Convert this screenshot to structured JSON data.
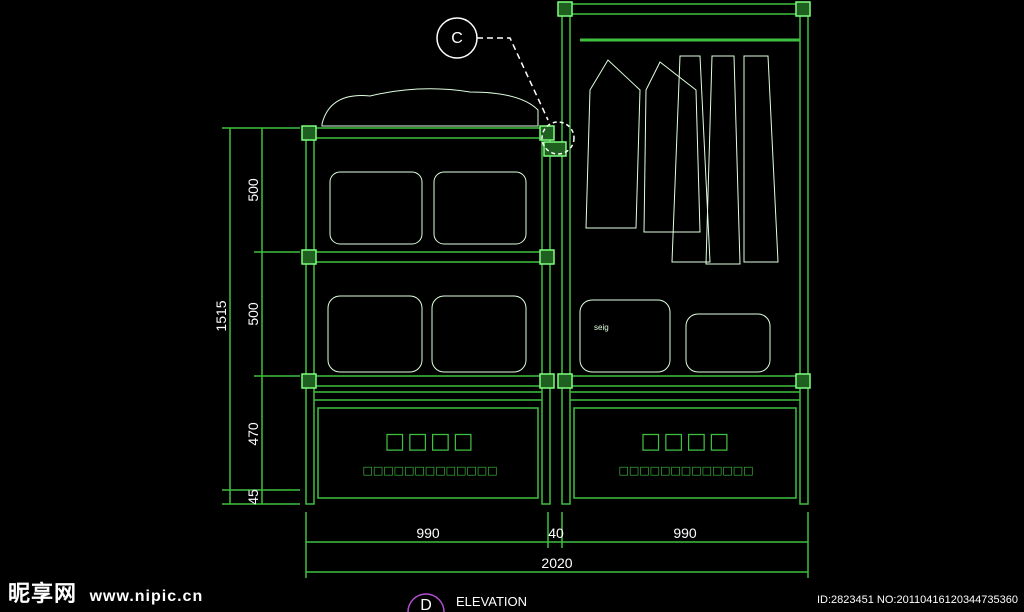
{
  "drawing": {
    "callout_c": "C",
    "callout_d": "D",
    "view_title": "ELEVATION",
    "dimensions": {
      "vertical_total": "1515",
      "shelf_1": "500",
      "shelf_2": "500",
      "base": "470",
      "foot": "45",
      "width_left": "990",
      "gap": "40",
      "width_right": "990",
      "width_total": "2020"
    },
    "panel_text_left": "□□□□",
    "panel_text_right": "□□□□",
    "panel_subtext": "□□□□□□□□□□□□□",
    "shirt_label": "seig"
  },
  "watermark": {
    "site_cn": "昵享网",
    "site_url": "www.nipic.cn",
    "id_text": "ID:2823451 NO:20110416120344735360"
  },
  "colors": {
    "line": "#3fbf3f",
    "bright": "#7fff7f",
    "text": "#ffffff",
    "background": "#000000"
  }
}
